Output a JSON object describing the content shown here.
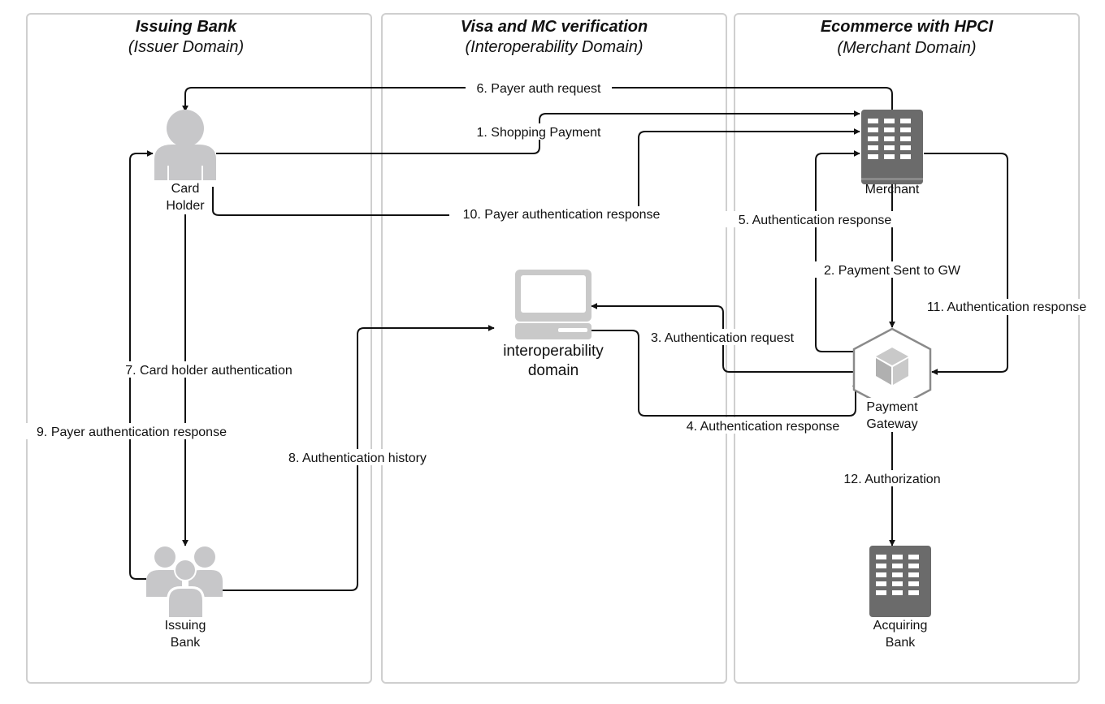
{
  "lanes": [
    {
      "title": "Issuing Bank",
      "subtitle": "(Issuer Domain)"
    },
    {
      "title": "Visa and MC verification",
      "subtitle": "(Interoperability Domain)"
    },
    {
      "title": "Ecommerce with HPCI",
      "subtitle": "(Merchant Domain)"
    }
  ],
  "nodes": {
    "card_holder": {
      "line1": "Card",
      "line2": "Holder",
      "icon": "person-icon"
    },
    "issuing_bank": {
      "line1": "Issuing",
      "line2": "Bank",
      "icon": "people-group-icon"
    },
    "interop": {
      "line1": "interoperability",
      "line2": "domain",
      "icon": "computer-icon"
    },
    "merchant": {
      "line1": "Merchant",
      "icon": "building-icon"
    },
    "gateway": {
      "line1": "Payment",
      "line2": "Gateway",
      "icon": "cube-icon"
    },
    "acquiring": {
      "line1": "Acquiring",
      "line2": "Bank",
      "icon": "building-icon"
    }
  },
  "edges": {
    "e1": "1. Shopping Payment",
    "e2": "2. Payment Sent to GW",
    "e3": "3. Authentication request",
    "e4": "4. Authentication response",
    "e5": "5. Authentication response",
    "e6": "6. Payer auth request",
    "e7": "7. Card holder authentication",
    "e8": "8. Authentication history",
    "e9": "9. Payer authentication response",
    "e10": "10. Payer authentication response",
    "e11": "11. Authentication response",
    "e12": "12. Authorization"
  },
  "colors": {
    "lane_border": "#cfcfcf",
    "icon_gray": "#c7c7c9",
    "building_gray": "#6b6b6b"
  }
}
